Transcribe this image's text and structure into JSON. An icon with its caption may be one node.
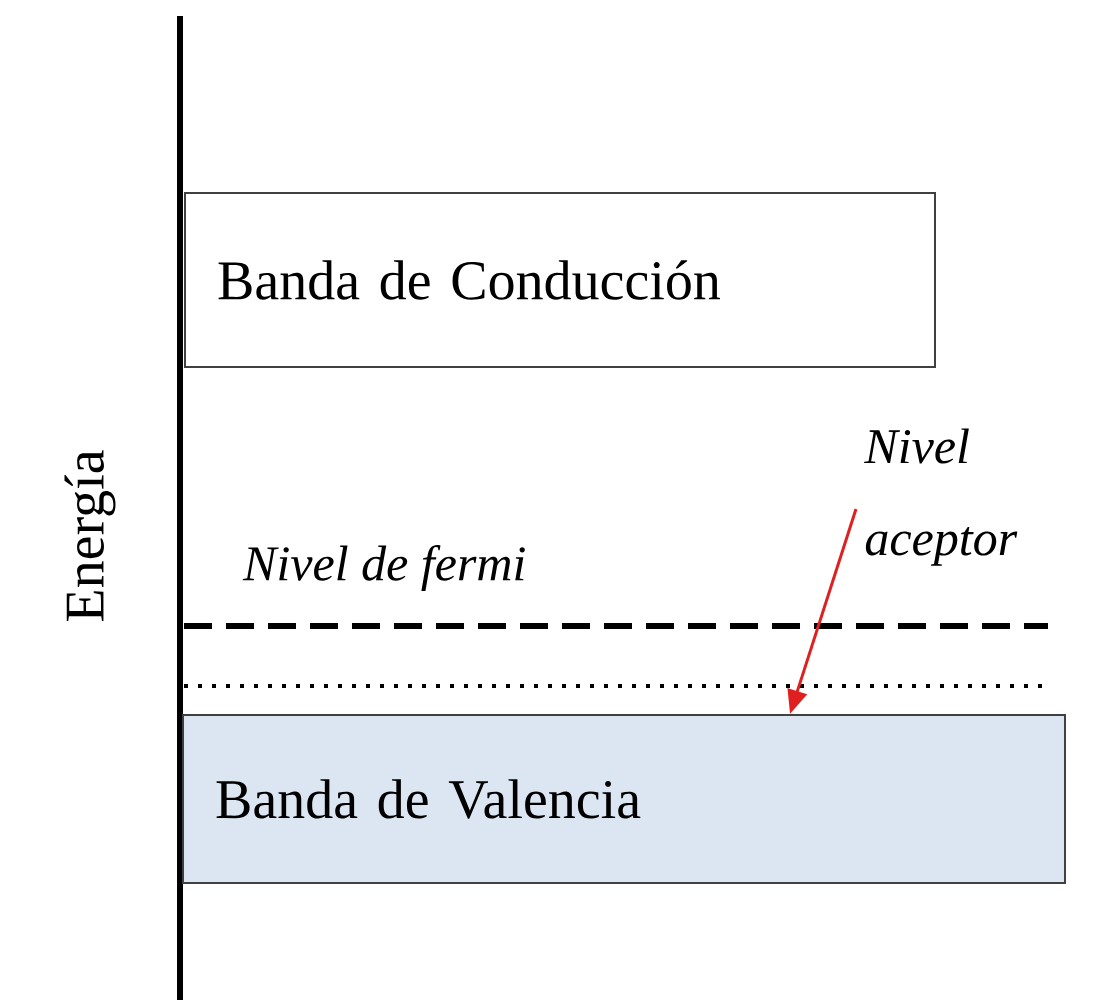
{
  "diagram": {
    "nodes": [
      {
        "text": [
          "Banda de Conducción"
        ]
      },
      {
        "text": [
          "Banda de Valencia"
        ]
      },
      {
        "text": [
          "Nivel aceptor"
        ]
      }
    ],
    "edges": [
      {
        "from": 2,
        "to": 1,
        "arrow": "to",
        "color": "#e02020"
      }
    ],
    "labels": [
      "Energía",
      "Nivel de fermi"
    ]
  }
}
